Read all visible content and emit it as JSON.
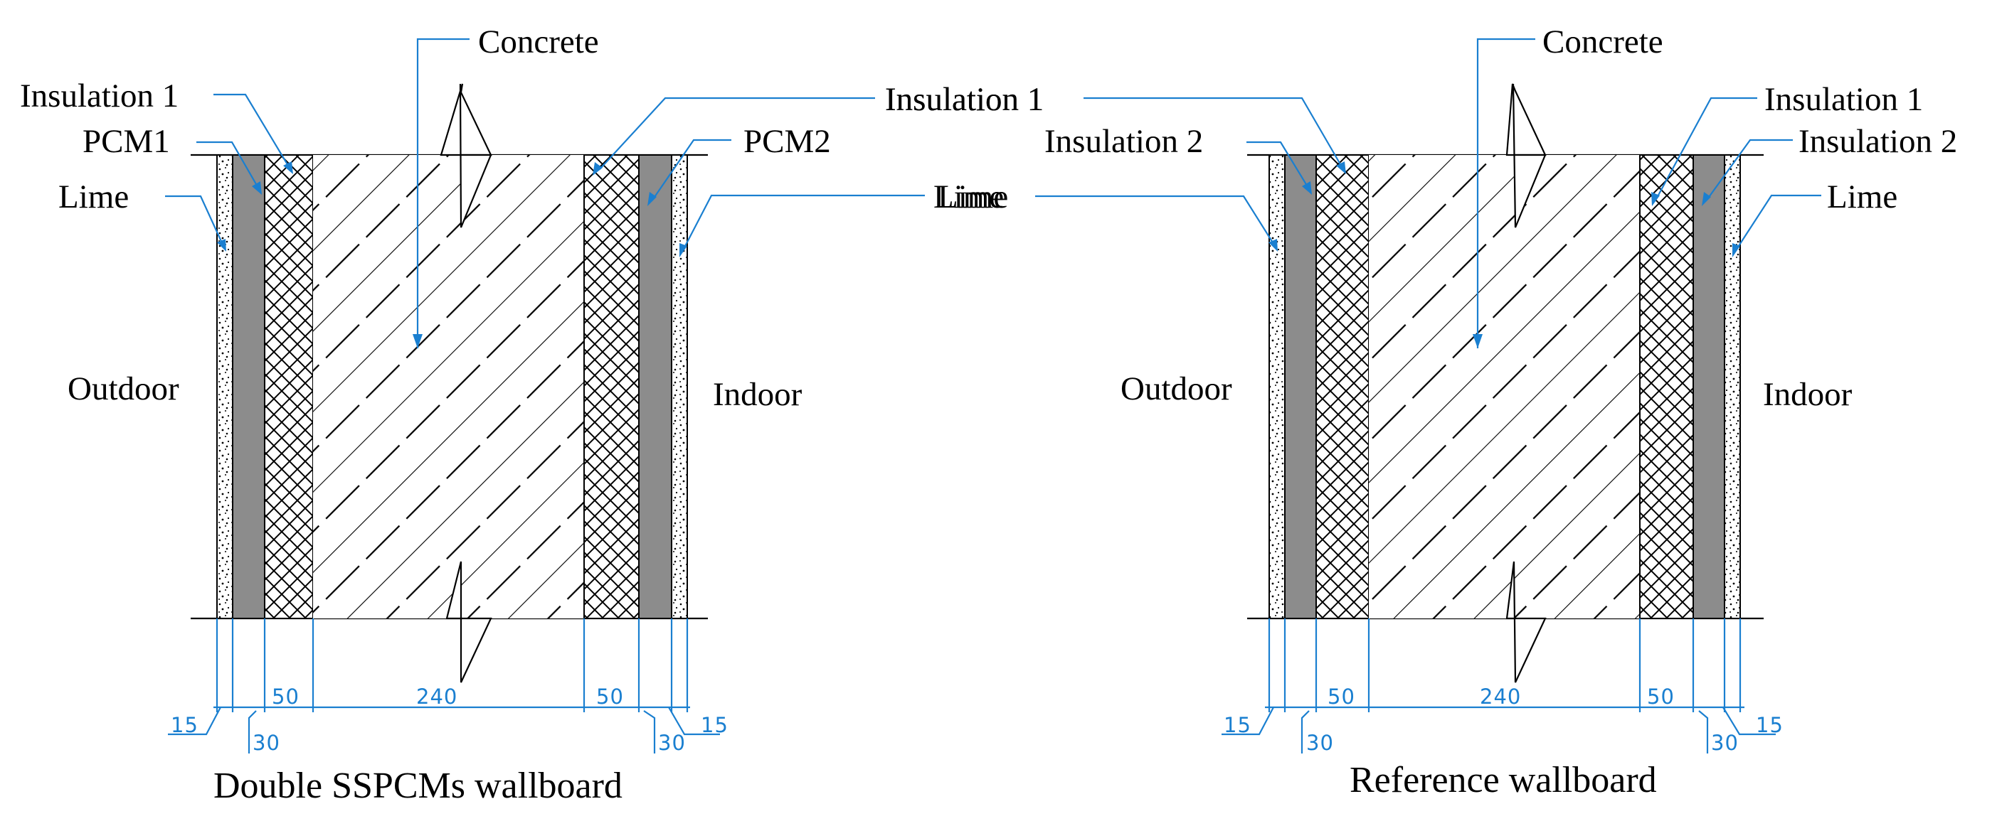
{
  "colors": {
    "dimension": "#1a7fd0",
    "pcm": "#8c8c8c",
    "line": "#000000"
  },
  "panels": [
    {
      "caption": "Double SSPCMs wallboard",
      "labels": {
        "concrete": "Concrete",
        "left_ins_top": "Insulation 1",
        "left_mid": "PCM1",
        "left_lime": "Lime",
        "right_ins_top": "Insulation 1",
        "right_mid": "PCM2",
        "right_lime": "Lime",
        "outdoor": "Outdoor",
        "indoor": "Indoor"
      },
      "dims": {
        "lime_l": "15",
        "mid_l": "30",
        "ins_l": "50",
        "concrete": "240",
        "ins_r": "50",
        "mid_r": "30",
        "lime_r": "15"
      }
    },
    {
      "caption": "Reference wallboard",
      "labels": {
        "concrete": "Concrete",
        "left_ins_top": "Insulation 2",
        "left_mid": "Insulation 1",
        "left_lime": "Lime",
        "right_ins_top": "Insulation 1",
        "right_mid": "Insulation 2",
        "right_lime": "Lime",
        "outdoor": "Outdoor",
        "indoor": "Indoor"
      },
      "dims": {
        "lime_l": "15",
        "mid_l": "30",
        "ins_l": "50",
        "concrete": "240",
        "ins_r": "50",
        "mid_r": "30",
        "lime_r": "15"
      }
    }
  ]
}
